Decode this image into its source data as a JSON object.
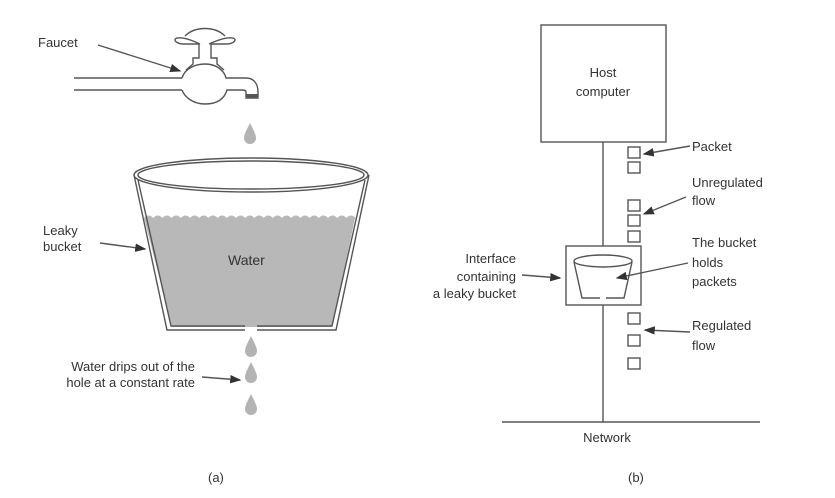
{
  "panel_a": {
    "caption": "(a)",
    "labels": {
      "faucet": "Faucet",
      "leaky_bucket_line1": "Leaky",
      "leaky_bucket_line2": "bucket",
      "water": "Water",
      "drips_line1": "Water drips out of the",
      "drips_line2": "hole at a constant rate"
    },
    "colors": {
      "water": "#b8b8b8",
      "drop": "#b3b3b3",
      "line": "#555555"
    }
  },
  "panel_b": {
    "caption": "(b)",
    "labels": {
      "host_line1": "Host",
      "host_line2": "computer",
      "packet": "Packet",
      "unregulated_line1": "Unregulated",
      "unregulated_line2": "flow",
      "bucket_holds_line1": "The bucket",
      "bucket_holds_line2": "holds",
      "bucket_holds_line3": "packets",
      "interface_line1": "Interface",
      "interface_line2": "containing",
      "interface_line3": "a leaky bucket",
      "regulated_line1": "Regulated",
      "regulated_line2": "flow",
      "network": "Network"
    },
    "unregulated_packet_count": 5,
    "regulated_packet_count": 3
  }
}
